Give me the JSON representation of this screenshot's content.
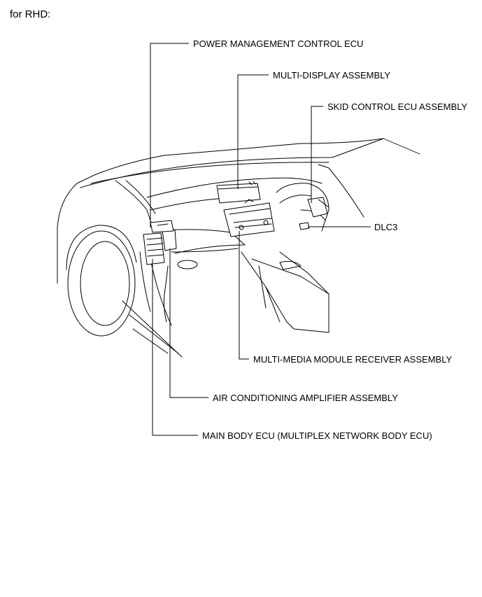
{
  "caption": "for RHD:",
  "labels": {
    "power_mgmt": "POWER MANAGEMENT CONTROL ECU",
    "multi_display": "MULTI-DISPLAY ASSEMBLY",
    "skid_control": "SKID CONTROL ECU ASSEMBLY",
    "dlc3": "DLC3",
    "multi_media": "MULTI-MEDIA MODULE RECEIVER ASSEMBLY",
    "air_cond": "AIR CONDITIONING AMPLIFIER ASSEMBLY",
    "main_body": "MAIN BODY ECU (MULTIPLEX NETWORK BODY ECU)"
  }
}
